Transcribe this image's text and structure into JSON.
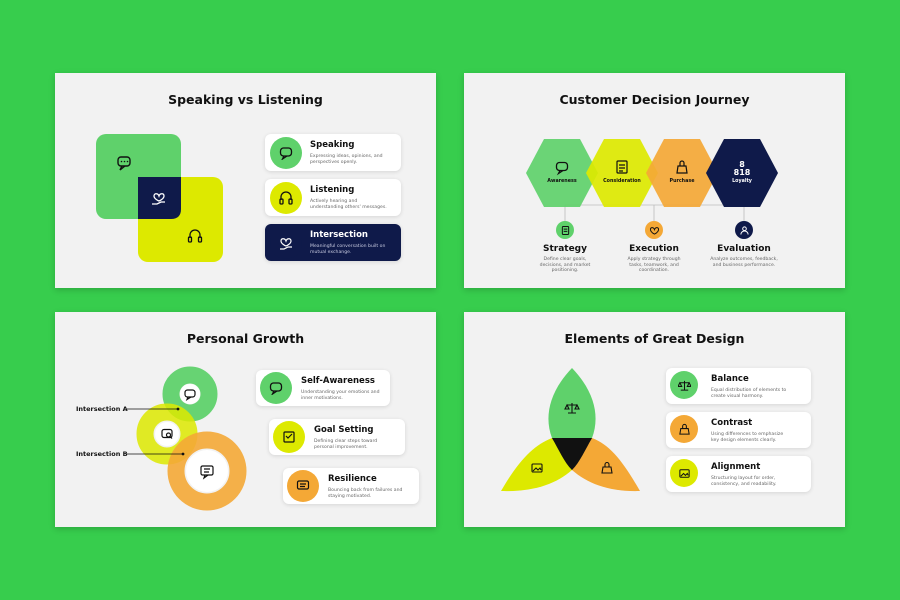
{
  "colors": {
    "background": "#37cd4d",
    "green": "#5fd16b",
    "yellow": "#dde900",
    "orange": "#f4a836",
    "navy": "#0f1a4a"
  },
  "slide1": {
    "title": "Speaking vs Listening",
    "cards": [
      {
        "title": "Speaking",
        "desc": "Expressing ideas, opinions, and perspectives openly.",
        "icon": "speech-bubble-icon",
        "color": "#5fd16b"
      },
      {
        "title": "Listening",
        "desc": "Actively hearing and understanding others' messages.",
        "icon": "headphones-icon",
        "color": "#dde900"
      },
      {
        "title": "Intersection",
        "desc": "Meaningful conversation built on mutual exchange.",
        "icon": "heart-hand-icon",
        "color": "#0f1a4a"
      }
    ]
  },
  "slide2": {
    "title": "Customer Decision Journey",
    "hexes": [
      {
        "label": "Awareness",
        "icon": "speech-bubble-icon",
        "color": "#5fd16b"
      },
      {
        "label": "Consideration",
        "icon": "checklist-icon",
        "color": "#dde900"
      },
      {
        "label": "Purchase",
        "icon": "bag-icon",
        "color": "#f4a836"
      },
      {
        "label": "Loyalty",
        "icon": "people-icon",
        "color": "#0f1a4a"
      }
    ],
    "columns": [
      {
        "title": "Strategy",
        "desc": "Define clear goals, decisions, and market positioning.",
        "icon": "document-icon",
        "color": "#5fd16b"
      },
      {
        "title": "Execution",
        "desc": "Apply strategy through tasks, teamwork, and coordination.",
        "icon": "heart-icon",
        "color": "#f4a836"
      },
      {
        "title": "Evaluation",
        "desc": "Analyze outcomes, feedback, and business performance.",
        "icon": "person-icon",
        "color": "#0f1a4a"
      }
    ]
  },
  "slide3": {
    "title": "Personal Growth",
    "labels": [
      "Intersection A",
      "Intersection B"
    ],
    "cards": [
      {
        "title": "Self-Awareness",
        "desc": "Understanding your emotions and inner motivations.",
        "icon": "speech-bubble-icon",
        "color": "#5fd16b"
      },
      {
        "title": "Goal Setting",
        "desc": "Defining clear steps toward personal improvement.",
        "icon": "checklist-icon",
        "color": "#dde900"
      },
      {
        "title": "Resilience",
        "desc": "Bouncing back from failures and staying motivated.",
        "icon": "chat-icon",
        "color": "#f4a836"
      }
    ]
  },
  "slide4": {
    "title": "Elements of Great Design",
    "cards": [
      {
        "title": "Balance",
        "desc": "Equal distribution of elements to create visual harmony.",
        "icon": "scale-icon",
        "color": "#5fd16b"
      },
      {
        "title": "Contrast",
        "desc": "Using differences to emphasize key design elements clearly.",
        "icon": "bag-icon",
        "color": "#f4a836"
      },
      {
        "title": "Alignment",
        "desc": "Structuring layout for order, consistency, and readability.",
        "icon": "picture-icon",
        "color": "#dde900"
      }
    ]
  }
}
